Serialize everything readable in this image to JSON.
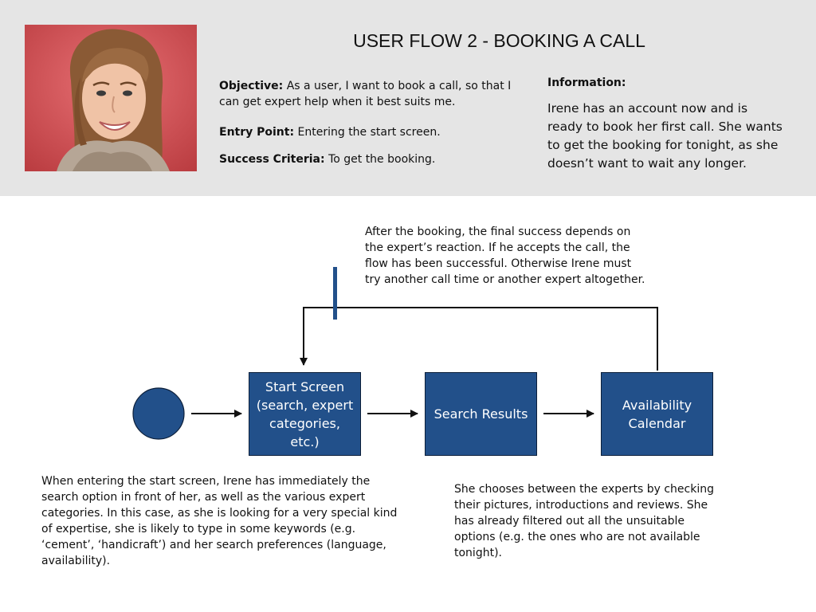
{
  "title": "USER FLOW 2 - BOOKING A CALL",
  "persona": {
    "photo_subject": "smiling woman with long light-brown hair against a red background"
  },
  "brief": {
    "objective_label": "Objective:",
    "objective_text": "As a user, I want to book a call, so that I can get expert help when it best suits me.",
    "entry_label": "Entry Point:",
    "entry_text": "Entering the start screen.",
    "success_label": "Success Criteria:",
    "success_text": "To get the booking."
  },
  "information": {
    "heading": "Information:",
    "text": "Irene has an account now and is ready to book her first call. She wants to get the booking for tonight, as she doesn’t want to wait any longer."
  },
  "flow": {
    "start_screen": "Start Screen (search, expert categories, etc.)",
    "search_results": "Search Results",
    "availability_calendar": "Availability Calendar"
  },
  "notes": {
    "after_booking": "After the booking, the final success depends on the expert’s reaction. If he accepts the call, the flow has been successful. Otherwise Irene must try another call time or another expert altogether.",
    "start_screen_note": "When entering the start screen, Irene has immediately the search option in front of her, as well as the various expert categories. In this case, as she is looking for a very special kind of expertise, she is likely to type in some keywords (e.g. ‘cement’, ‘handicraft’) and her search preferences (language, availability).",
    "search_results_note": "She chooses between the experts by checking their pictures, introductions and reviews. She has already filtered out all the unsuitable options (e.g. the ones who are not available tonight)."
  },
  "colors": {
    "header_background": "#e5e5e5",
    "node_fill": "#22508a",
    "accent_bar": "#22508a"
  }
}
